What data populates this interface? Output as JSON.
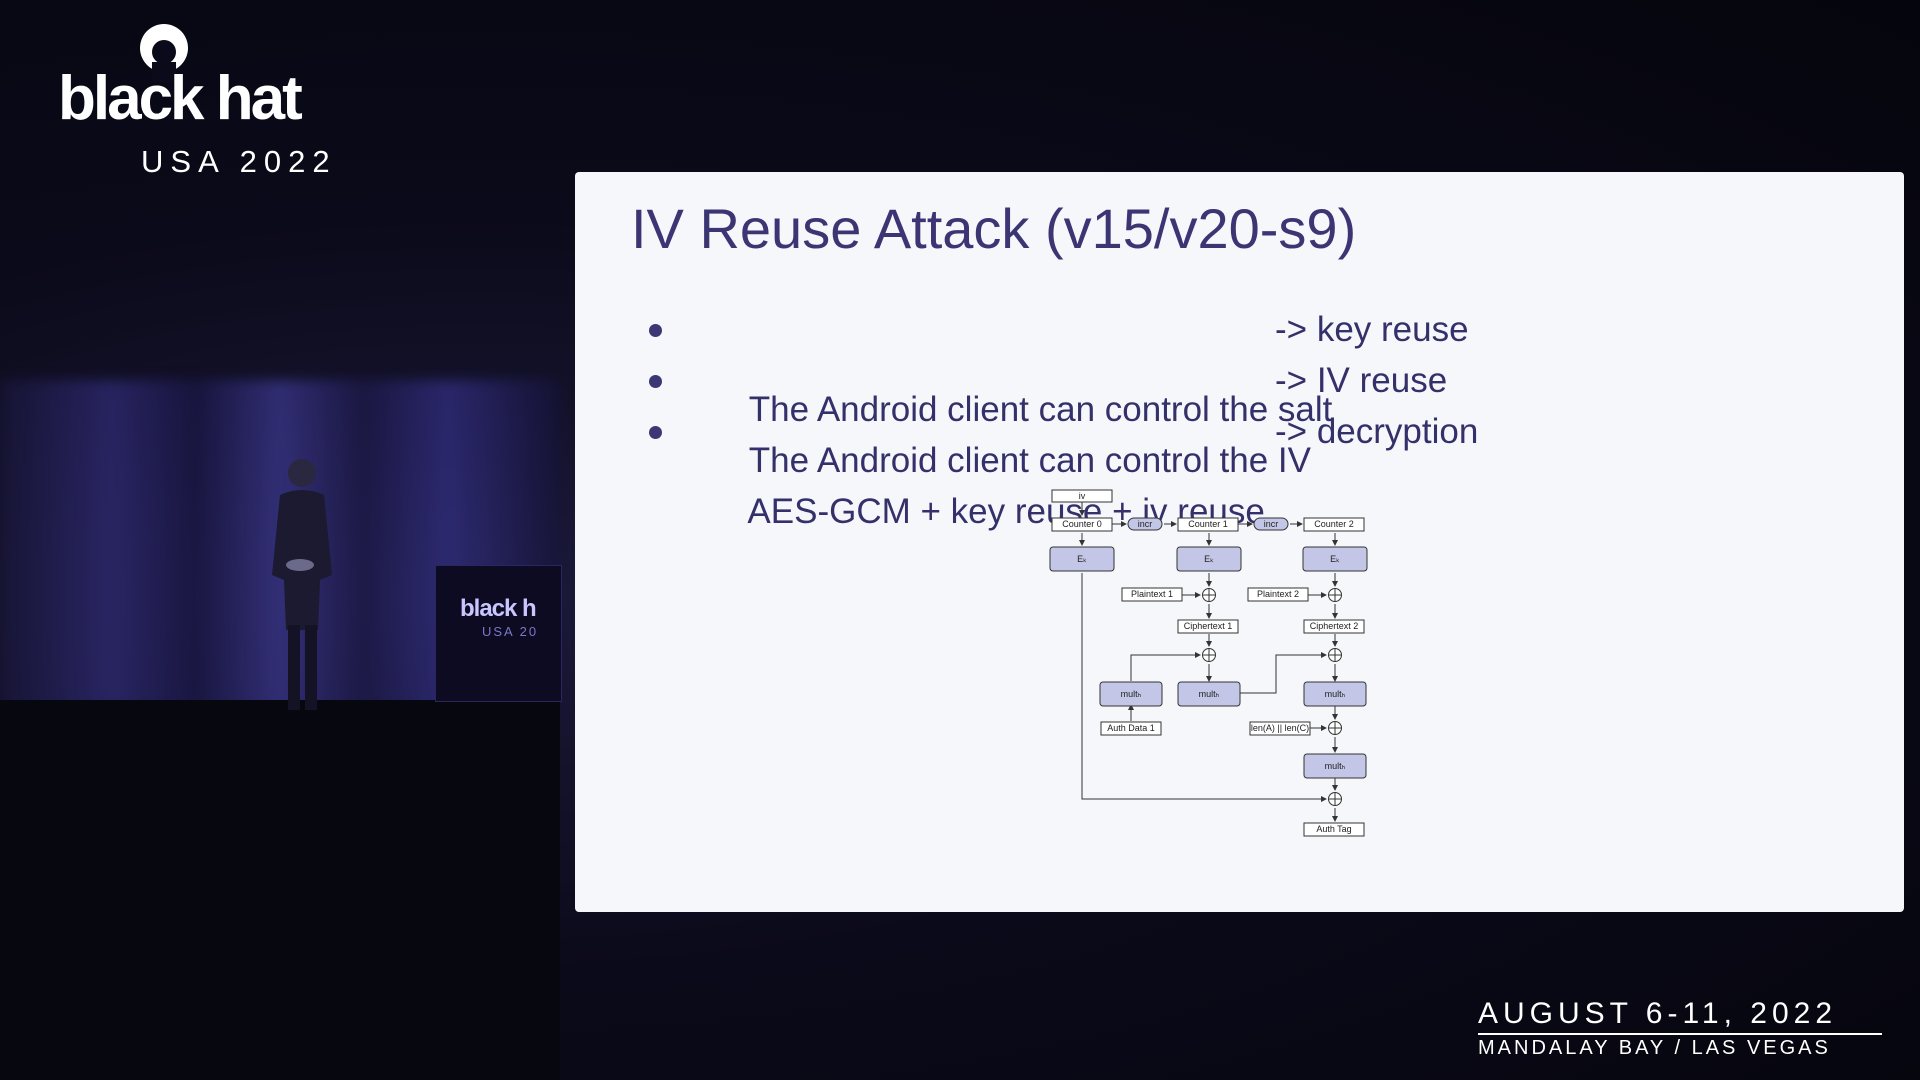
{
  "event": {
    "logo_main": "black hat",
    "logo_sub": "USA 2022",
    "date": "AUGUST 6-11, 2022",
    "venue": "MANDALAY BAY / LAS VEGAS",
    "lectern_logo": "black h",
    "lectern_sub": "USA 20"
  },
  "slide": {
    "title": "IV Reuse Attack (v15/v20-s9)",
    "bullets": [
      {
        "lead": "The Android client can control the salt",
        "result": "-> key reuse"
      },
      {
        "lead": "The Android client can control the IV",
        "result": "-> IV reuse"
      },
      {
        "lead": "AES-GCM + key reuse + iv reuse",
        "result": "-> decryption"
      }
    ]
  },
  "diagram": {
    "iv": "iv",
    "counter0": "Counter 0",
    "counter1": "Counter 1",
    "counter2": "Counter 2",
    "incr": "incr",
    "ek": "Eₖ",
    "plaintext1": "Plaintext 1",
    "plaintext2": "Plaintext 2",
    "ciphertext1": "Ciphertext 1",
    "ciphertext2": "Ciphertext 2",
    "mult": "multₕ",
    "auth_data": "Auth Data 1",
    "len": "len(A) || len(C)",
    "auth_tag": "Auth Tag"
  },
  "colors": {
    "slide_bg": "#f5f7fb",
    "title": "#3b3673",
    "diagram_fill": "#c3c6e6",
    "diagram_stroke": "#333333"
  }
}
